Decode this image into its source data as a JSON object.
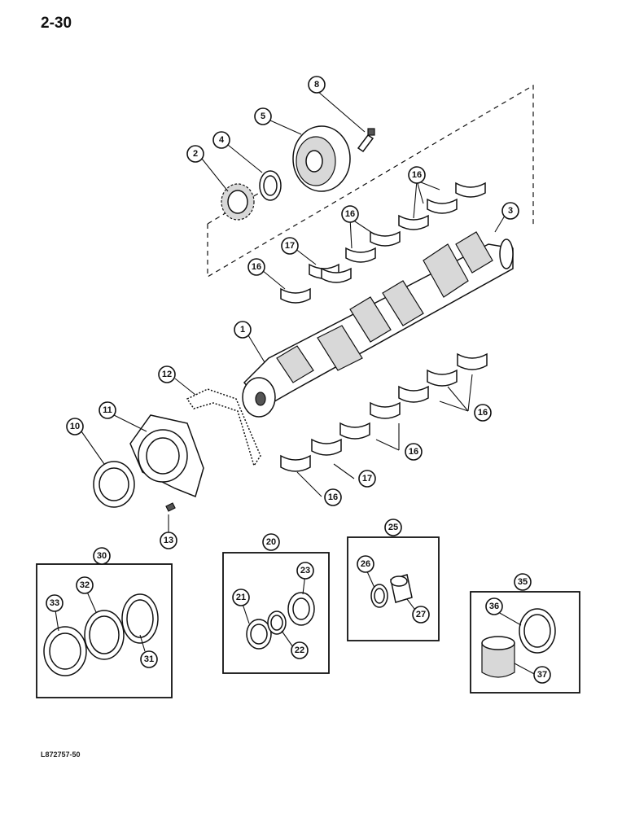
{
  "page": {
    "number": "2-30",
    "footer_code": "L872757-50"
  },
  "callouts": {
    "c1": "1",
    "c2": "2",
    "c3": "3",
    "c4": "4",
    "c5": "5",
    "c8": "8",
    "c10": "10",
    "c11": "11",
    "c12": "12",
    "c13": "13",
    "c16a": "16",
    "c16b": "16",
    "c16c": "16",
    "c16d": "16",
    "c16e": "16",
    "c16f": "16",
    "c17a": "17",
    "c17b": "17",
    "c20": "20",
    "c21": "21",
    "c22": "22",
    "c23": "23",
    "c25": "25",
    "c26": "26",
    "c27": "27",
    "c30": "30",
    "c31": "31",
    "c32": "32",
    "c33": "33",
    "c35": "35",
    "c36": "36",
    "c37": "37"
  }
}
